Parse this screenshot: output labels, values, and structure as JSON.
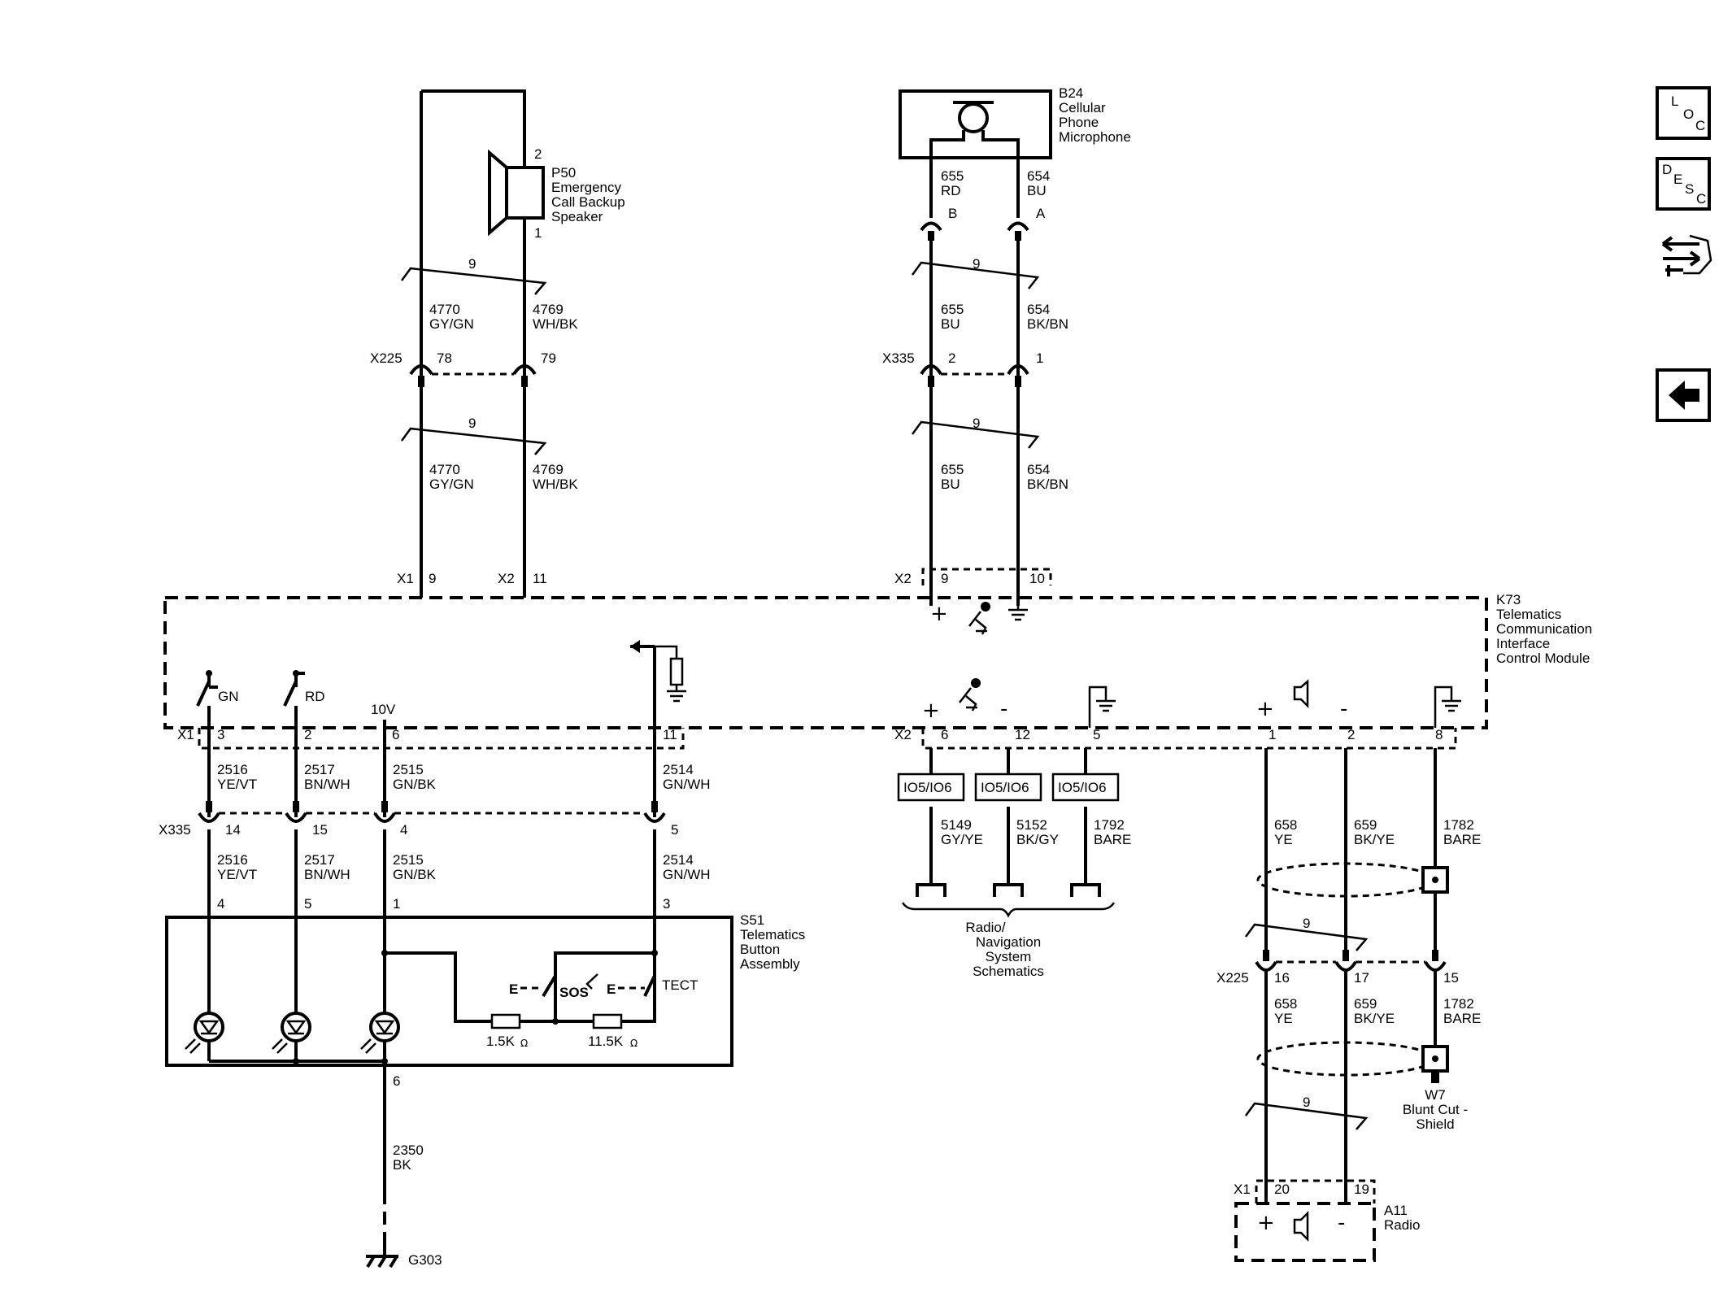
{
  "side": {
    "loc": [
      "L",
      "O",
      "C"
    ],
    "desc": [
      "D",
      "E",
      "S",
      "C"
    ]
  },
  "components": {
    "p50": [
      "P50",
      "Emergency",
      "Call Backup",
      "Speaker"
    ],
    "b24": [
      "B24",
      "Cellular",
      "Phone",
      "Microphone"
    ],
    "k73": [
      "K73",
      "Telematics",
      "Communication",
      "Interface",
      "Control Module"
    ],
    "s51": [
      "S51",
      "Telematics",
      "Button",
      "Assembly"
    ],
    "radio_nav": [
      "Radio/",
      "Navigation",
      "System",
      "Schematics"
    ],
    "w7": [
      "W7",
      "Blunt Cut -",
      "Shield"
    ],
    "a11": [
      "A11",
      "Radio"
    ],
    "g303": "G303"
  },
  "connectors": {
    "x225": "X225",
    "x335": "X335",
    "x1": "X1",
    "x2": "X2"
  },
  "pins": {
    "p50_2": "2",
    "p50_1": "1",
    "b24_b": "B",
    "b24_a": "A",
    "x225_78": "78",
    "x225_79": "79",
    "x335_2": "2",
    "x335_1": "1",
    "k73_x1_9": "9",
    "k73_x2_11": "11",
    "k73_x2_9": "9",
    "k73_x2_10": "10",
    "k73_x1_3": "3",
    "k73_x1_2": "2",
    "k73_x1_6": "6",
    "k73_x1_11": "11",
    "k73_x2_6": "6",
    "k73_x2_12": "12",
    "k73_x2_5": "5",
    "k73_x2_1": "1",
    "k73_x2_2": "2",
    "k73_x2_8": "8",
    "x335_14": "14",
    "x335_15": "15",
    "x335_4": "4",
    "x335_5": "5",
    "s51_4": "4",
    "s51_5": "5",
    "s51_1": "1",
    "s51_3": "3",
    "s51_6": "6",
    "x225_16": "16",
    "x225_17": "17",
    "x225_15": "15",
    "a11_20": "20",
    "a11_19": "19"
  },
  "twist": "9",
  "wires": {
    "w4770": [
      "4770",
      "GY/GN"
    ],
    "w4769": [
      "4769",
      "WH/BK"
    ],
    "w655rd": [
      "655",
      "RD"
    ],
    "w654bu": [
      "654",
      "BU"
    ],
    "w655bu": [
      "655",
      "BU"
    ],
    "w654bkbn": [
      "654",
      "BK/BN"
    ],
    "w2516": [
      "2516",
      "YE/VT"
    ],
    "w2517": [
      "2517",
      "BN/WH"
    ],
    "w2515": [
      "2515",
      "GN/BK"
    ],
    "w2514": [
      "2514",
      "GN/WH"
    ],
    "w5149": [
      "5149",
      "GY/YE"
    ],
    "w5152": [
      "5152",
      "BK/GY"
    ],
    "w1792": [
      "1792",
      "BARE"
    ],
    "w658": [
      "658",
      "YE"
    ],
    "w659": [
      "659",
      "BK/YE"
    ],
    "w1782": [
      "1782",
      "BARE"
    ],
    "w2350": [
      "2350",
      "BK"
    ]
  },
  "labels": {
    "gn": "GN",
    "rd": "RD",
    "v10": "10V",
    "io": "IO5/IO6",
    "r1": "1.5K",
    "r2": "11.5K",
    "ohm": "Ω",
    "tect": "TECT",
    "sos": "SOS",
    "e": "E",
    "plus": "+",
    "minus": "-"
  }
}
